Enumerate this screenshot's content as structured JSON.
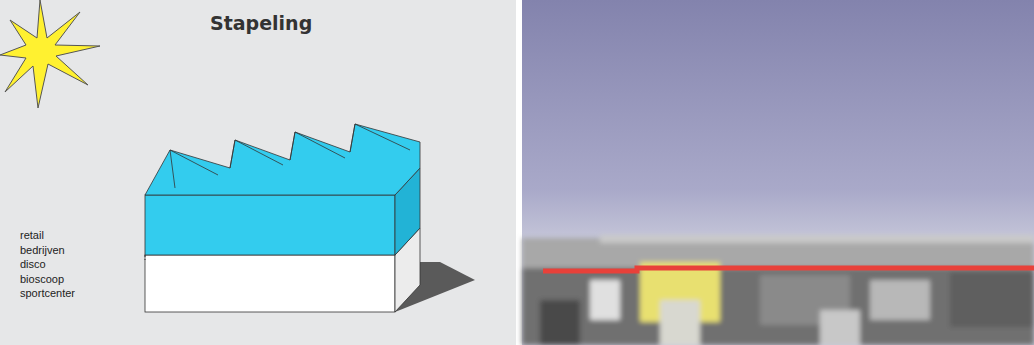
{
  "diagram": {
    "title": "Stapeling",
    "labels": [
      "retail",
      "bedrijven",
      "disco",
      "bioscoop",
      "sportcenter"
    ]
  }
}
